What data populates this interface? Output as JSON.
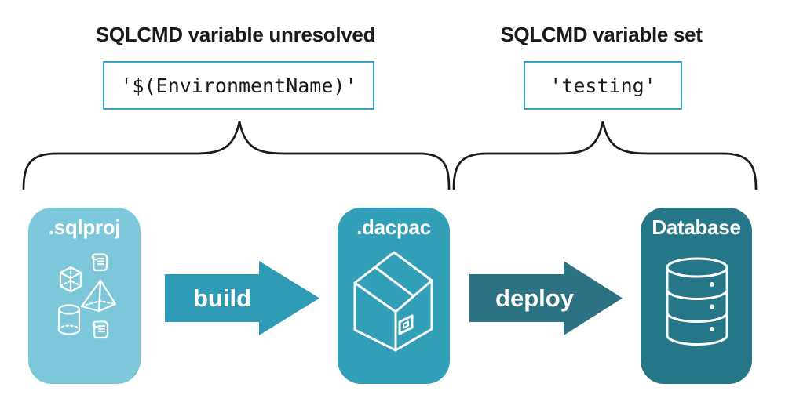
{
  "diagram": {
    "left_group": {
      "heading": "SQLCMD variable unresolved",
      "value": "'$(EnvironmentName)'"
    },
    "right_group": {
      "heading": "SQLCMD variable set",
      "value": "'testing'"
    },
    "nodes": {
      "sqlproj": {
        "label": ".sqlproj",
        "fill": "#7cc8da",
        "icons": [
          "scroll-icon",
          "cube-icon",
          "pyramid-icon",
          "cylinder-icon",
          "scroll-icon"
        ]
      },
      "dacpac": {
        "label": ".dacpac",
        "fill": "#319fb8",
        "icon": "package-box-icon"
      },
      "database": {
        "label": "Database",
        "fill": "#26768a",
        "icon": "database-cylinder-icon"
      }
    },
    "arrows": {
      "build": {
        "label": "build",
        "fill": "#2e9ab5"
      },
      "deploy": {
        "label": "deploy",
        "fill": "#2c7184"
      }
    },
    "colors": {
      "value_box_border": "#38a6c2",
      "text": "#1a1a1a",
      "background": "#ffffff"
    }
  }
}
